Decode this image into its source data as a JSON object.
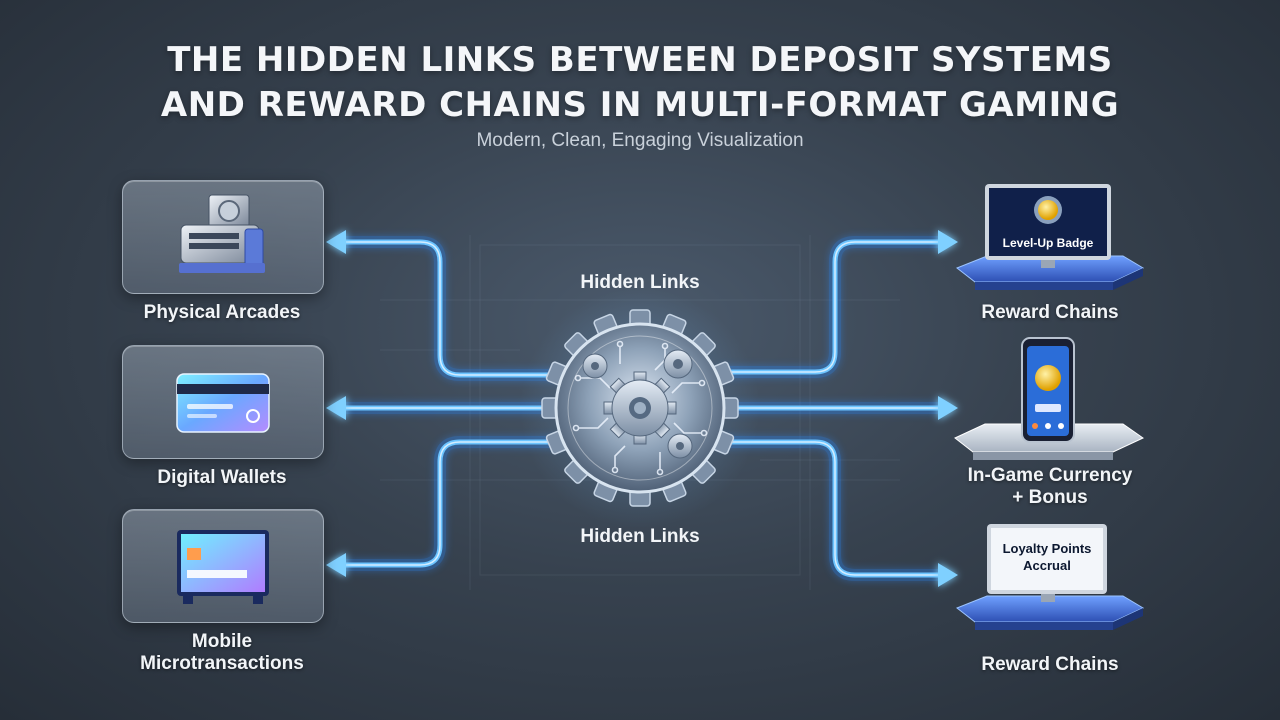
{
  "title_line1": "THE HIDDEN LINKS BETWEEN DEPOSIT SYSTEMS",
  "title_line2": "AND REWARD CHAINS IN MULTI-FORMAT GAMING",
  "subtitle": "Modern, Clean, Engaging Visualization",
  "hub": {
    "top_label": "Hidden Links",
    "bottom_label": "Hidden Links",
    "icon": "gear-circuit-icon"
  },
  "sources": [
    {
      "label": "Physical Arcades",
      "icon": "arcade-machine-icon"
    },
    {
      "label": "Digital Wallets",
      "icon": "credit-card-icon"
    },
    {
      "label_line1": "Mobile",
      "label_line2": "Microtransactions",
      "icon": "pixel-card-icon"
    }
  ],
  "targets": [
    {
      "label": "Reward Chains",
      "screen_text": "Level-Up Badge",
      "icon": "monitor-badge-icon"
    },
    {
      "label_line1": "In-Game Currency",
      "label_line2": "+ Bonus",
      "icon": "phone-coin-icon"
    },
    {
      "label": "Reward Chains",
      "screen_text_line1": "Loyalty Points",
      "screen_text_line2": "Accrual",
      "icon": "monitor-loyalty-icon"
    }
  ],
  "colors": {
    "link": "#4fb4ff",
    "link_glow": "#2b8bff",
    "background": "#37424f"
  }
}
